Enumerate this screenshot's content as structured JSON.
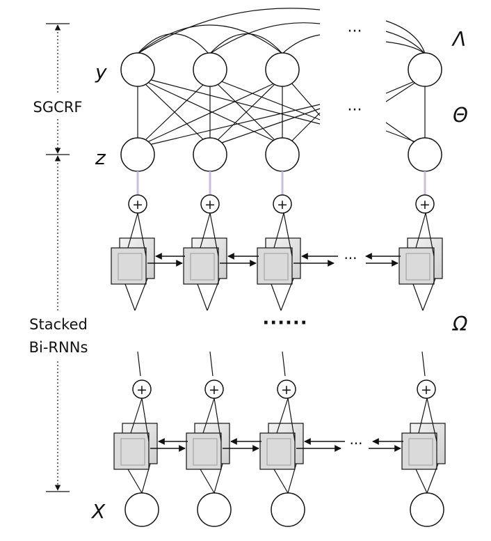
{
  "labels": {
    "y": "y",
    "z": "z",
    "x": "X",
    "lambda": "Λ",
    "theta": "Θ",
    "omega": "Ω",
    "sgcrf": "SGCRF",
    "stacked_line1": "Stacked",
    "stacked_line2": "Bi-RNNs",
    "plus": "+",
    "ellipsis": "···",
    "mid_dots": "······"
  },
  "colors": {
    "ink": "#111111",
    "box_fill": "#e6e6e6",
    "box_front": "#d9d9d9",
    "connector": "#c9bfdc"
  }
}
